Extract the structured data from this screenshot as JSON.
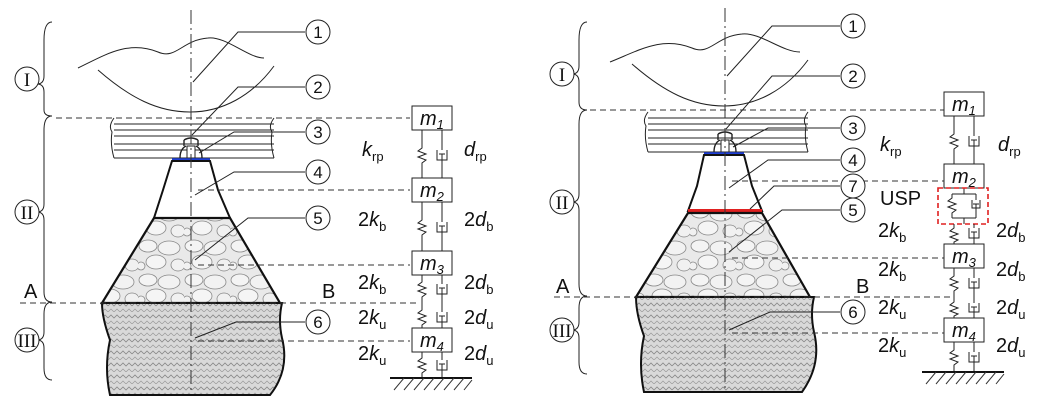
{
  "left": {
    "callouts": [
      "1",
      "2",
      "3",
      "4",
      "5",
      "6"
    ],
    "zones": [
      "I",
      "II",
      "III"
    ],
    "line_labels": {
      "a": "A",
      "b": "B"
    },
    "masses": [
      "m",
      "m",
      "m",
      "m"
    ],
    "mass_subs": [
      "1",
      "2",
      "3",
      "4"
    ],
    "stiffness": [
      {
        "coef": "",
        "sym": "k",
        "sub": "rp"
      },
      {
        "coef": "2",
        "sym": "k",
        "sub": "b"
      },
      {
        "coef": "2",
        "sym": "k",
        "sub": "b"
      },
      {
        "coef": "2",
        "sym": "k",
        "sub": "u"
      },
      {
        "coef": "2",
        "sym": "k",
        "sub": "u"
      }
    ],
    "damping": [
      {
        "coef": "",
        "sym": "d",
        "sub": "rp"
      },
      {
        "coef": "2",
        "sym": "d",
        "sub": "b"
      },
      {
        "coef": "2",
        "sym": "d",
        "sub": "b"
      },
      {
        "coef": "2",
        "sym": "d",
        "sub": "u"
      },
      {
        "coef": "2",
        "sym": "d",
        "sub": "u"
      }
    ]
  },
  "right": {
    "callouts": [
      "1",
      "2",
      "3",
      "4",
      "7",
      "5",
      "6"
    ],
    "zones": [
      "I",
      "II",
      "III"
    ],
    "line_labels": {
      "a": "A",
      "b": "B"
    },
    "usp_label": "USP",
    "masses": [
      "m",
      "m",
      "m",
      "m"
    ],
    "mass_subs": [
      "1",
      "2",
      "3",
      "4"
    ],
    "stiffness": [
      {
        "coef": "",
        "sym": "k",
        "sub": "rp"
      },
      {
        "coef": "2",
        "sym": "k",
        "sub": "b"
      },
      {
        "coef": "2",
        "sym": "k",
        "sub": "b"
      },
      {
        "coef": "2",
        "sym": "k",
        "sub": "u"
      },
      {
        "coef": "2",
        "sym": "k",
        "sub": "u"
      }
    ],
    "damping": [
      {
        "coef": "",
        "sym": "d",
        "sub": "rp"
      },
      {
        "coef": "2",
        "sym": "d",
        "sub": "b"
      },
      {
        "coef": "2",
        "sym": "d",
        "sub": "b"
      },
      {
        "coef": "2",
        "sym": "d",
        "sub": "u"
      },
      {
        "coef": "2",
        "sym": "d",
        "sub": "u"
      }
    ]
  },
  "colors": {
    "rail_pad": "#1f3fd6",
    "usp": "#e02020",
    "usp_box": "#e02020",
    "ink": "#111111"
  }
}
